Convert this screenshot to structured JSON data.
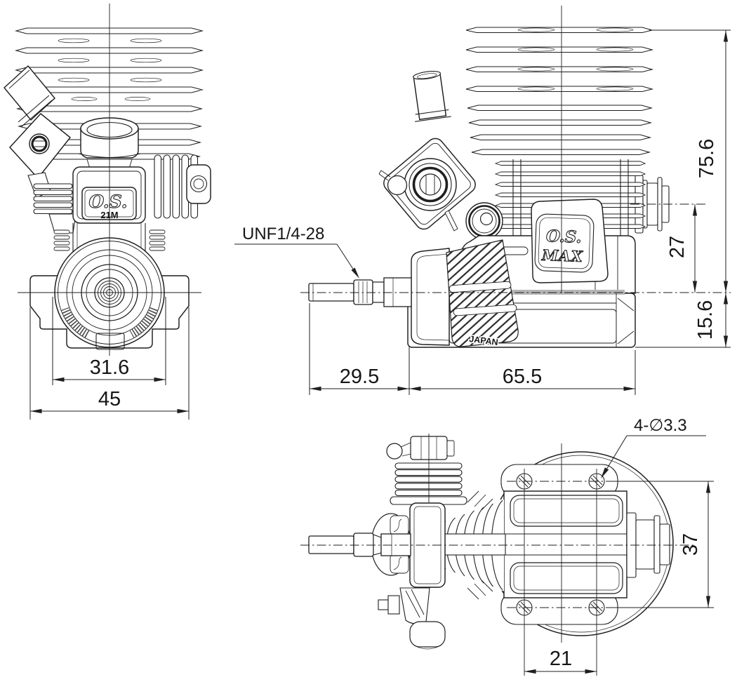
{
  "drawing": {
    "colors": {
      "paper": "#ffffff",
      "ink": "#1f1f1f"
    },
    "front_view": {
      "logo_script": "O.S.",
      "logo_model": "21M",
      "dim_bearer_span": "31.6",
      "dim_overall_width": "45"
    },
    "side_view": {
      "logo_script": "O.S.",
      "logo_sub": "MAX",
      "origin_mark": "JAPAN",
      "crankshaft_thread_label": "UNF1/4-28",
      "dim_height_above_mount": "75.6",
      "dim_axis_to_mount": "27",
      "dim_mount_to_bottom": "15.6",
      "dim_crankshaft_length": "29.5",
      "dim_case_length": "65.5"
    },
    "top_view": {
      "mount_holes_label": "4-∅3.3",
      "dim_mount_width": "37",
      "dim_hole_pitch": "21"
    }
  }
}
